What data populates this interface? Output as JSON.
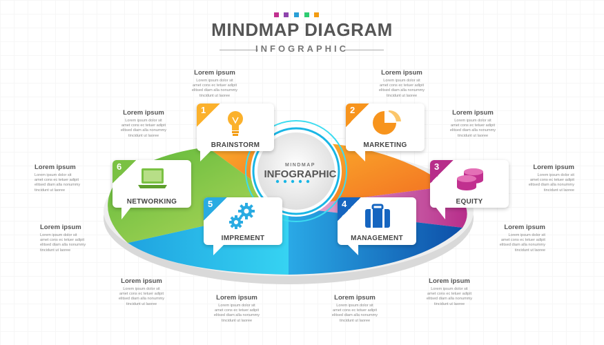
{
  "header": {
    "title": "MINDMAP DIAGRAM",
    "subtitle": "INFOGRAPHIC",
    "dot_colors": [
      "#c1308f",
      "#8e44ad",
      "#2a9fd6",
      "#2ecc71",
      "#f39c12"
    ]
  },
  "center": {
    "small_label": "MINDMAP",
    "main_label": "INFOGRAPHIC"
  },
  "colors": {
    "orange": "#f7941d",
    "yellow": "#fbb12c",
    "magenta": "#b72d8a",
    "blue": "#1565c0",
    "cyan": "#1fb8e8",
    "green": "#7ac143"
  },
  "nodes": [
    {
      "number": "1",
      "label": "BRAINSTORM",
      "icon": "lightbulb-icon",
      "color": "#fbb12c"
    },
    {
      "number": "2",
      "label": "MARKETING",
      "icon": "pie-chart-icon",
      "color": "#f7941d"
    },
    {
      "number": "3",
      "label": "EQUITY",
      "icon": "coins-icon",
      "color": "#b72d8a"
    },
    {
      "number": "4",
      "label": "MANAGEMENT",
      "icon": "briefcase-icon",
      "color": "#1565c0"
    },
    {
      "number": "5",
      "label": "IMPREMENT",
      "icon": "gears-icon",
      "color": "#29abe2"
    },
    {
      "number": "6",
      "label": "NETWORKING",
      "icon": "laptop-icon",
      "color": "#7ac143"
    }
  ],
  "text_blocks": {
    "title": "Lorem ipsum",
    "line1": "Lorem ipsum dolor sit",
    "line2": "amet cons ec tetuer adipit",
    "line3": "elitsed diam alla nonummy",
    "line4": "tincidunt ut laoree"
  }
}
